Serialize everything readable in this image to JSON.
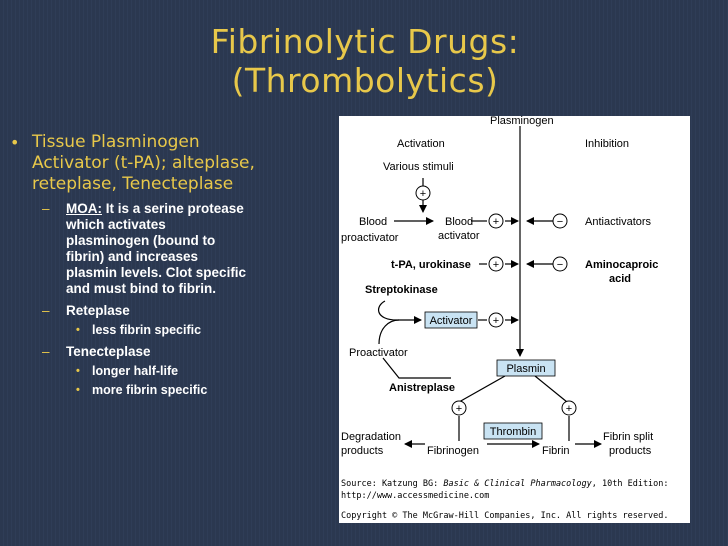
{
  "slide": {
    "title_line1": "Fibrinolytic Drugs:",
    "title_line2": "(Thrombolytics)",
    "bullet1": {
      "line1": "Tissue Plasminogen",
      "line2": "Activator (t-PA); alteplase,",
      "line3": "reteplase, Tenecteplase"
    },
    "moa": {
      "label": "MOA:",
      "line1": " It is a serine protease",
      "line2": "which activates",
      "line3": "plasminogen (bound to",
      "line4": "fibrin) and increases",
      "line5": "plasmin levels.  Clot specific",
      "line6": "and must bind to fibrin."
    },
    "reteplase": {
      "label": "Reteplase",
      "sub1": "less fibrin specific"
    },
    "tenecteplase": {
      "label": "Tenecteplase",
      "sub1": "longer half-life",
      "sub2": "more fibrin specific"
    }
  },
  "diagram": {
    "plasminogen": "Plasminogen",
    "activation": "Activation",
    "inhibition": "Inhibition",
    "various_stimuli": "Various stimuli",
    "blood_proactivator_1": "Blood",
    "blood_proactivator_2": "proactivator",
    "blood_activator_1": "Blood",
    "blood_activator_2": "activator",
    "antiactivators": "Antiactivators",
    "tpa_urokinase": "t-PA, urokinase",
    "aminocaproic_1": "Aminocaproic",
    "aminocaproic_2": "acid",
    "streptokinase": "Streptokinase",
    "activator": "Activator",
    "proactivator": "Proactivator",
    "plasmin": "Plasmin",
    "anistreplase": "Anistreplase",
    "thrombin": "Thrombin",
    "degradation_1": "Degradation",
    "degradation_2": "products",
    "fibrinogen": "Fibrinogen",
    "fibrin": "Fibrin",
    "fibrin_split_1": "Fibrin split",
    "fibrin_split_2": "products",
    "plus": "+",
    "minus": "−",
    "box_fill": "#c9e3f3"
  },
  "caption": {
    "source_prefix": "Source: Katzung BG: ",
    "source_book": "Basic & Clinical Pharmacology",
    "source_suffix": ", 10th Edition:",
    "url": "http://www.accessmedicine.com",
    "copyright": "Copyright © The McGraw-Hill Companies, Inc. All rights reserved."
  }
}
